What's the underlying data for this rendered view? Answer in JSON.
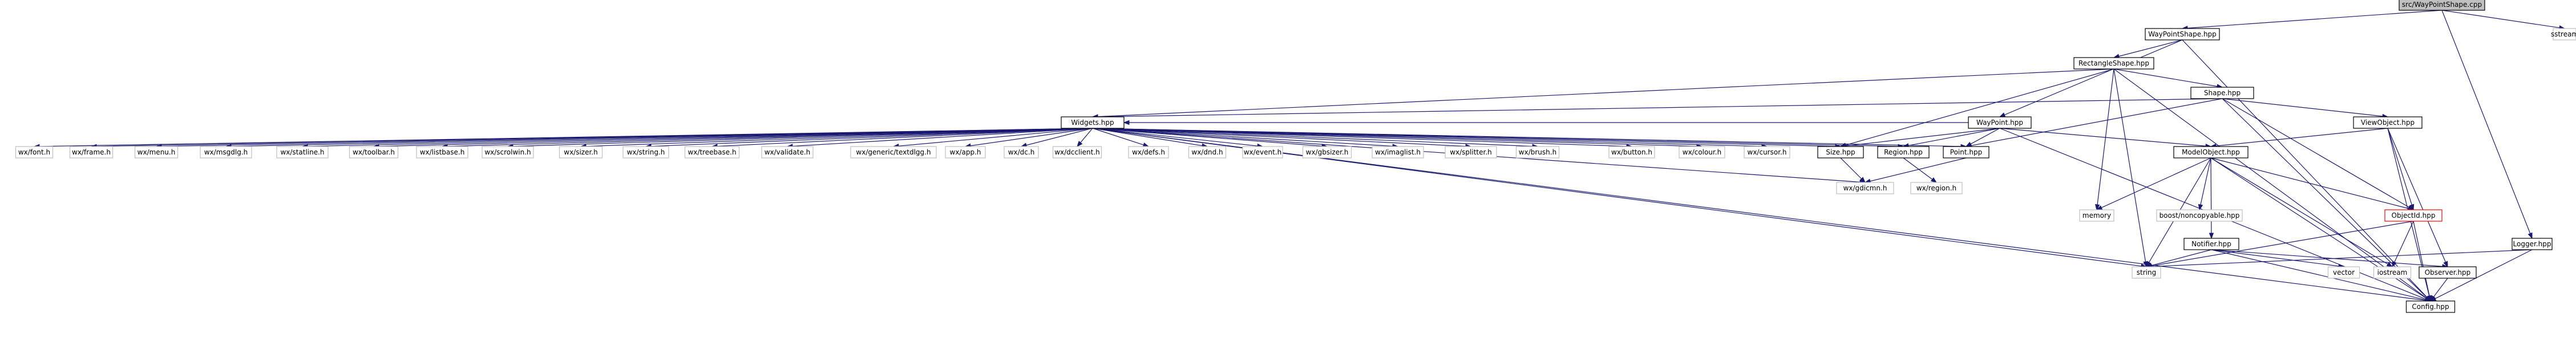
{
  "title": "src/WayPointShape.cpp",
  "colors": {
    "edge": "#191970",
    "node_border": "#000000",
    "node_fill": "#ffffff",
    "focus_fill": "#bfbfbf",
    "external_border": "#bfbfbf",
    "highlight_border": "#ff0000",
    "text": "#000000"
  },
  "nodes": [
    {
      "id": "root",
      "label": "src/WayPointShape.cpp",
      "kind": "focus"
    },
    {
      "id": "sstream",
      "label": "sstream",
      "kind": "external"
    },
    {
      "id": "waypointshape",
      "label": "WayPointShape.hpp",
      "kind": "normal"
    },
    {
      "id": "rectangleshape",
      "label": "RectangleShape.hpp",
      "kind": "normal"
    },
    {
      "id": "logger",
      "label": "Logger.hpp",
      "kind": "normal"
    },
    {
      "id": "shape",
      "label": "Shape.hpp",
      "kind": "normal"
    },
    {
      "id": "widgets",
      "label": "Widgets.hpp",
      "kind": "normal"
    },
    {
      "id": "waypoint",
      "label": "WayPoint.hpp",
      "kind": "normal"
    },
    {
      "id": "viewobject",
      "label": "ViewObject.hpp",
      "kind": "normal"
    },
    {
      "id": "wxfont",
      "label": "wx/font.h",
      "kind": "external"
    },
    {
      "id": "wxframe",
      "label": "wx/frame.h",
      "kind": "external"
    },
    {
      "id": "wxmenu",
      "label": "wx/menu.h",
      "kind": "external"
    },
    {
      "id": "wxmsgdlg",
      "label": "wx/msgdlg.h",
      "kind": "external"
    },
    {
      "id": "wxstatline",
      "label": "wx/statline.h",
      "kind": "external"
    },
    {
      "id": "wxtoolbar",
      "label": "wx/toolbar.h",
      "kind": "external"
    },
    {
      "id": "wxlistbase",
      "label": "wx/listbase.h",
      "kind": "external"
    },
    {
      "id": "wxscrolwin",
      "label": "wx/scrolwin.h",
      "kind": "external"
    },
    {
      "id": "wxsizer",
      "label": "wx/sizer.h",
      "kind": "external"
    },
    {
      "id": "wxstring",
      "label": "wx/string.h",
      "kind": "external"
    },
    {
      "id": "wxtreebase",
      "label": "wx/treebase.h",
      "kind": "external"
    },
    {
      "id": "wxvalidate",
      "label": "wx/validate.h",
      "kind": "external"
    },
    {
      "id": "wxgenericdlg",
      "label": "wx/generic/textdlgg.h",
      "kind": "external"
    },
    {
      "id": "wxapp",
      "label": "wx/app.h",
      "kind": "external"
    },
    {
      "id": "wxdc",
      "label": "wx/dc.h",
      "kind": "external"
    },
    {
      "id": "wxdcclient",
      "label": "wx/dcclient.h",
      "kind": "external"
    },
    {
      "id": "wxdefs",
      "label": "wx/defs.h",
      "kind": "external"
    },
    {
      "id": "wxdnd",
      "label": "wx/dnd.h",
      "kind": "external"
    },
    {
      "id": "wxevent",
      "label": "wx/event.h",
      "kind": "external"
    },
    {
      "id": "wxgbsizer",
      "label": "wx/gbsizer.h",
      "kind": "external"
    },
    {
      "id": "wximaglist",
      "label": "wx/imaglist.h",
      "kind": "external"
    },
    {
      "id": "wxsplitter",
      "label": "wx/splitter.h",
      "kind": "external"
    },
    {
      "id": "wxbrush",
      "label": "wx/brush.h",
      "kind": "external"
    },
    {
      "id": "wxbutton",
      "label": "wx/button.h",
      "kind": "external"
    },
    {
      "id": "wxcolour",
      "label": "wx/colour.h",
      "kind": "external"
    },
    {
      "id": "wxcursor",
      "label": "wx/cursor.h",
      "kind": "external"
    },
    {
      "id": "size",
      "label": "Size.hpp",
      "kind": "normal"
    },
    {
      "id": "region",
      "label": "Region.hpp",
      "kind": "normal"
    },
    {
      "id": "point",
      "label": "Point.hpp",
      "kind": "normal"
    },
    {
      "id": "wxgdicmn",
      "label": "wx/gdicmn.h",
      "kind": "external"
    },
    {
      "id": "wxregion",
      "label": "wx/region.h",
      "kind": "external"
    },
    {
      "id": "modelobject",
      "label": "ModelObject.hpp",
      "kind": "normal"
    },
    {
      "id": "memory",
      "label": "memory",
      "kind": "external"
    },
    {
      "id": "boostnc",
      "label": "boost/noncopyable.hpp",
      "kind": "external"
    },
    {
      "id": "objectid",
      "label": "ObjectId.hpp",
      "kind": "highlight"
    },
    {
      "id": "notifier",
      "label": "Notifier.hpp",
      "kind": "normal"
    },
    {
      "id": "string",
      "label": "string",
      "kind": "external"
    },
    {
      "id": "vector",
      "label": "vector",
      "kind": "external"
    },
    {
      "id": "iostream",
      "label": "iostream",
      "kind": "external"
    },
    {
      "id": "observer",
      "label": "Observer.hpp",
      "kind": "normal"
    },
    {
      "id": "config",
      "label": "Config.hpp",
      "kind": "normal"
    }
  ],
  "edges": [
    [
      "root",
      "waypointshape"
    ],
    [
      "root",
      "sstream"
    ],
    [
      "root",
      "logger"
    ],
    [
      "waypointshape",
      "rectangleshape"
    ],
    [
      "waypointshape",
      "waypoint"
    ],
    [
      "waypointshape",
      "config"
    ],
    [
      "rectangleshape",
      "shape"
    ],
    [
      "rectangleshape",
      "widgets"
    ],
    [
      "rectangleshape",
      "size"
    ],
    [
      "rectangleshape",
      "memory"
    ],
    [
      "rectangleshape",
      "string"
    ],
    [
      "rectangleshape",
      "config"
    ],
    [
      "shape",
      "widgets"
    ],
    [
      "shape",
      "point"
    ],
    [
      "shape",
      "viewobject"
    ],
    [
      "shape",
      "objectid"
    ],
    [
      "shape",
      "config"
    ],
    [
      "widgets",
      "wxfont"
    ],
    [
      "widgets",
      "wxframe"
    ],
    [
      "widgets",
      "wxmenu"
    ],
    [
      "widgets",
      "wxmsgdlg"
    ],
    [
      "widgets",
      "wxstatline"
    ],
    [
      "widgets",
      "wxtoolbar"
    ],
    [
      "widgets",
      "wxlistbase"
    ],
    [
      "widgets",
      "wxscrolwin"
    ],
    [
      "widgets",
      "wxsizer"
    ],
    [
      "widgets",
      "wxstring"
    ],
    [
      "widgets",
      "wxtreebase"
    ],
    [
      "widgets",
      "wxvalidate"
    ],
    [
      "widgets",
      "wxgenericdlg"
    ],
    [
      "widgets",
      "wxapp"
    ],
    [
      "widgets",
      "wxdc"
    ],
    [
      "widgets",
      "wxdcclient"
    ],
    [
      "widgets",
      "wxdefs"
    ],
    [
      "widgets",
      "wxdnd"
    ],
    [
      "widgets",
      "wxevent"
    ],
    [
      "widgets",
      "wxgbsizer"
    ],
    [
      "widgets",
      "wximaglist"
    ],
    [
      "widgets",
      "wxsplitter"
    ],
    [
      "widgets",
      "wxbrush"
    ],
    [
      "widgets",
      "wxbutton"
    ],
    [
      "widgets",
      "wxcolour"
    ],
    [
      "widgets",
      "wxcursor"
    ],
    [
      "widgets",
      "size"
    ],
    [
      "widgets",
      "region"
    ],
    [
      "widgets",
      "point"
    ],
    [
      "widgets",
      "wxgdicmn"
    ],
    [
      "widgets",
      "string"
    ],
    [
      "widgets",
      "config"
    ],
    [
      "waypoint",
      "widgets"
    ],
    [
      "waypoint",
      "size"
    ],
    [
      "waypoint",
      "region"
    ],
    [
      "waypoint",
      "point"
    ],
    [
      "waypoint",
      "modelobject"
    ],
    [
      "waypoint",
      "config"
    ],
    [
      "viewobject",
      "modelobject"
    ],
    [
      "viewobject",
      "objectid"
    ],
    [
      "viewobject",
      "observer"
    ],
    [
      "viewobject",
      "config"
    ],
    [
      "size",
      "wxgdicmn"
    ],
    [
      "region",
      "wxregion"
    ],
    [
      "point",
      "wxgdicmn"
    ],
    [
      "modelobject",
      "memory"
    ],
    [
      "modelobject",
      "boostnc"
    ],
    [
      "modelobject",
      "objectid"
    ],
    [
      "modelobject",
      "notifier"
    ],
    [
      "modelobject",
      "string"
    ],
    [
      "modelobject",
      "iostream"
    ],
    [
      "modelobject",
      "config"
    ],
    [
      "notifier",
      "observer"
    ],
    [
      "notifier",
      "string"
    ],
    [
      "notifier",
      "vector"
    ],
    [
      "notifier",
      "config"
    ],
    [
      "objectid",
      "string"
    ],
    [
      "objectid",
      "iostream"
    ],
    [
      "objectid",
      "config"
    ],
    [
      "observer",
      "config"
    ],
    [
      "logger",
      "string"
    ],
    [
      "logger",
      "config"
    ]
  ]
}
